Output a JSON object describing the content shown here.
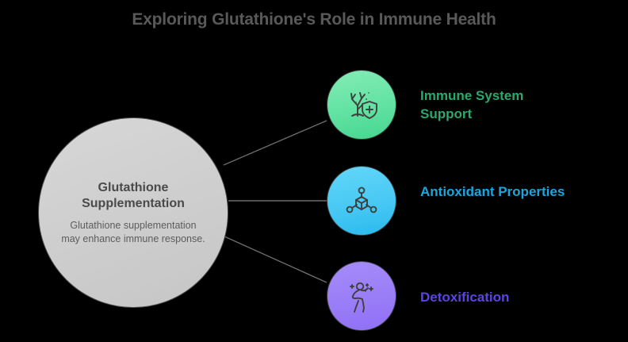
{
  "title": "Exploring Glutathione's Role in Immune Health",
  "background_color": "#000000",
  "title_color": "#595959",
  "hub": {
    "title": "Glutathione Supplementation",
    "description": "Glutathione supplementation may enhance immune response.",
    "fill_color": "#d2d2d2",
    "text_color": "#4a4a4a"
  },
  "branches": [
    {
      "label": "Immune System Support",
      "icon": "tree-shield-plus-icon",
      "circle_color": "#62e2a3",
      "label_color": "#2aa96b"
    },
    {
      "label": "Antioxidant Properties",
      "icon": "molecule-network-icon",
      "circle_color": "#48c9f4",
      "label_color": "#19a7e0"
    },
    {
      "label": "Detoxification",
      "icon": "person-sparkle-icon",
      "circle_color": "#9a7df7",
      "label_color": "#5b43e8"
    }
  ],
  "connector_color": "#6b6b6b"
}
